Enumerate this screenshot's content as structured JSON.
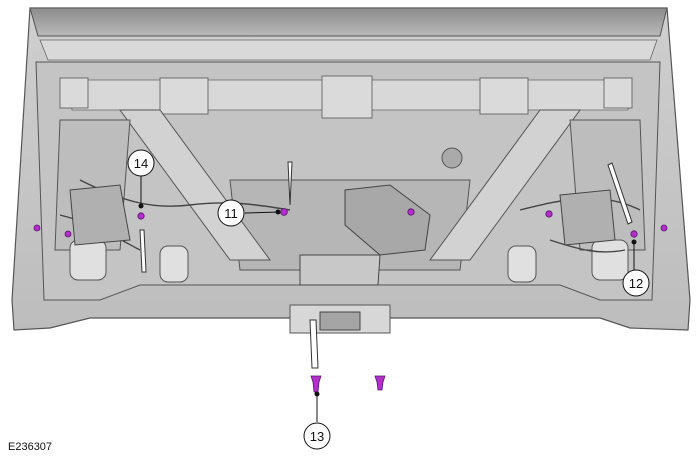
{
  "figure_id": "E236307",
  "callouts": [
    {
      "id": "callout-11",
      "label": "11"
    },
    {
      "id": "callout-12",
      "label": "12"
    },
    {
      "id": "callout-13",
      "label": "13"
    },
    {
      "id": "callout-14",
      "label": "14"
    }
  ],
  "colors": {
    "panel": "#c9c9c9",
    "panel_dark": "#9a9a9a",
    "panel_light": "#e2e2e2",
    "outline": "#555555",
    "fastener": "#b030c8"
  }
}
